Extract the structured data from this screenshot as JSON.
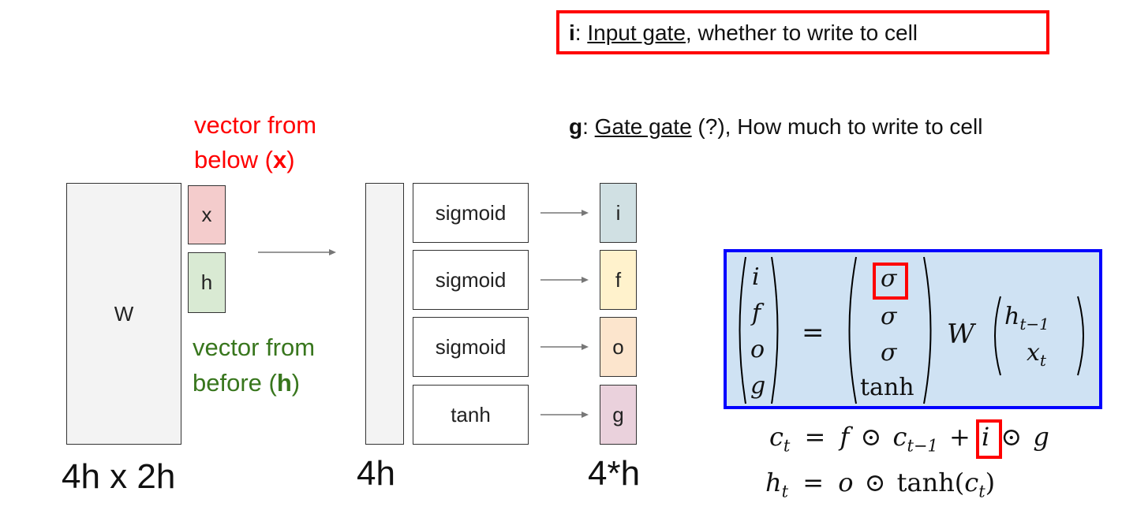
{
  "gates": {
    "input": {
      "letter": "i",
      "sep": ": ",
      "name": "Input gate",
      "desc": ", whether to write to cell"
    },
    "gate": {
      "letter": "g",
      "sep": ": ",
      "name": "Gate gate",
      "desc": " (?), How much to write to cell"
    }
  },
  "vectors": {
    "below": {
      "line1": "vector from",
      "line2_pre": "below (",
      "var": "x",
      "line2_post": ")"
    },
    "before": {
      "line1": "vector from",
      "line2_pre": "before (",
      "var": "h",
      "line2_post": ")"
    }
  },
  "matrix": {
    "label": "W",
    "x_label": "x",
    "h_label": "h",
    "dims": "4h x 2h"
  },
  "middle": {
    "dims": "4h"
  },
  "activations": [
    "sigmoid",
    "sigmoid",
    "sigmoid",
    "tanh"
  ],
  "outputs": {
    "letters": [
      "i",
      "f",
      "o",
      "g"
    ],
    "dims": "4*h",
    "colors": [
      "#d0e0e3",
      "#fff2cc",
      "#fce5cd",
      "#ead1dc"
    ]
  },
  "equation": {
    "left": [
      "i",
      "f",
      "o",
      "g"
    ],
    "equals": "=",
    "acts": [
      "σ",
      "σ",
      "σ",
      "tanh"
    ],
    "w": "W",
    "h_base": "h",
    "h_sub": "t−1",
    "x_base": "x",
    "x_sub": "t"
  },
  "cell": {
    "c_base": "c",
    "c_sub": "t",
    "eq": "=",
    "f": "f",
    "odot": "⊙",
    "c2_base": "c",
    "c2_sub": "t−1",
    "plus": "+",
    "i": "i",
    "g": "g"
  },
  "hidden": {
    "h_base": "h",
    "h_sub": "t",
    "eq": "=",
    "o": "o",
    "odot": "⊙",
    "tanh": "tanh(",
    "c_base": "c",
    "c_sub": "t",
    "close": ")"
  },
  "colors": {
    "red": "#ff0000",
    "green": "#38761d",
    "blue_border": "#0000ff",
    "blue_fill": "#cfe2f3",
    "x_fill": "#f4cccc",
    "h_fill": "#d9ead3",
    "w_fill": "#f3f3f3"
  }
}
